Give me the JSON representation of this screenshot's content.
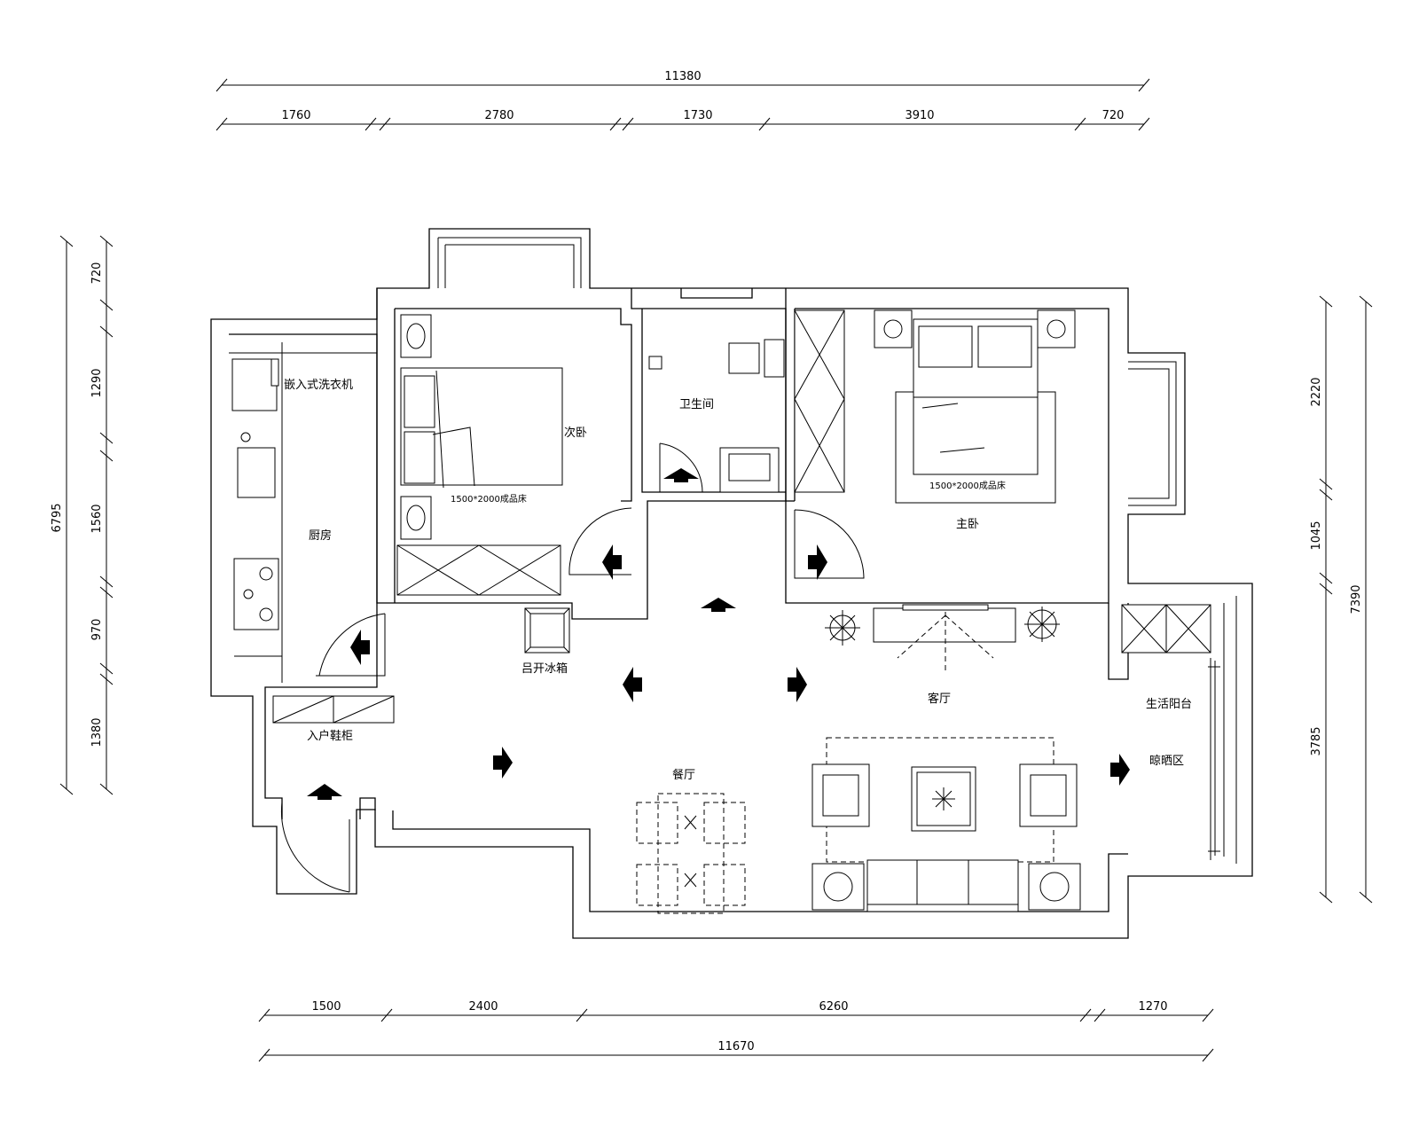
{
  "dimensions": {
    "top_total": "11380",
    "top_segments": [
      "1760",
      "2780",
      "1730",
      "3910",
      "720"
    ],
    "left_total": "6795",
    "left_segments": [
      "720",
      "1290",
      "1560",
      "970",
      "1380"
    ],
    "right_inner_segments": [
      "2220",
      "1045",
      "3785"
    ],
    "right_total": "7390",
    "bottom_segments": [
      "1500",
      "2400",
      "6260",
      "1270"
    ],
    "bottom_total": "11670"
  },
  "rooms": {
    "washer": "嵌入式洗衣机",
    "kitchen": "厨房",
    "second_bedroom": "次卧",
    "bed_small": "1500*2000成品床",
    "bathroom": "卫生间",
    "master_bedroom": "主卧",
    "bed_master": "1500*2000成品床",
    "fridge": "吕开冰箱",
    "entry_cabinet": "入户鞋柜",
    "living_room": "客厅",
    "dining_room": "餐厅",
    "balcony": "生活阳台",
    "drying_area": "晾晒区"
  }
}
